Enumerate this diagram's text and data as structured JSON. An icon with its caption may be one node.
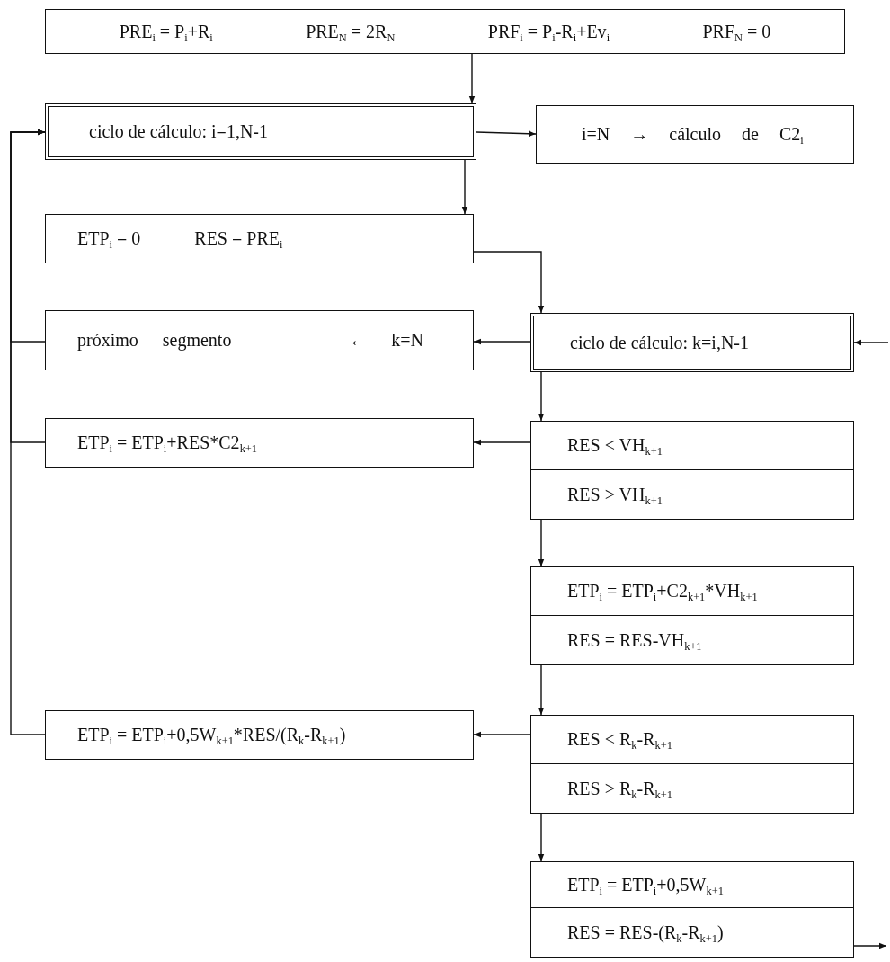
{
  "diagram": {
    "nodes": [
      {
        "text": [
          "PRE$_{i}$ = P$_{i}$+R$_{i}$",
          "PRE$_{N}$ = 2R$_{N}$",
          "PRF$_{i}$ = P$_{i}$-R$_{i}$+Ev$_{i}$",
          "PRF$_{N}$ = 0"
        ]
      },
      {
        "text": [
          "ciclo de cálculo: i=1,N-1"
        ]
      },
      {
        "text": [
          "i=N → cálculo de C2$_{i}$"
        ]
      },
      {
        "text": [
          "ETP$_{i}$ = 0",
          "RES = PRE$_{i}$"
        ]
      },
      {
        "text": [
          "próximo segmento",
          "← k=N"
        ]
      },
      {
        "text": [
          "ciclo de cálculo: k=i,N-1"
        ]
      },
      {
        "text": [
          "ETP$_{i}$ = ETP$_{i}$+RES*C2$_{k+1}$"
        ]
      },
      {
        "text": [
          "RES < VH$_{k+1}$"
        ]
      },
      {
        "text": [
          "RES > VH$_{k+1}$"
        ]
      },
      {
        "text": [
          "ETP$_{i}$ = ETP$_{i}$+C2$_{k+1}$*VH$_{k+1}$"
        ]
      },
      {
        "text": [
          "RES = RES-VH$_{k+1}$"
        ]
      },
      {
        "text": [
          "ETP$_{i}$ = ETP$_{i}$+0,5W$_{k+1}$*RES/(R$_{k}$-R$_{k+1}$)"
        ]
      },
      {
        "text": [
          "RES < R$_{k}$-R$_{k+1}$"
        ]
      },
      {
        "text": [
          "RES > R$_{k}$-R$_{k+1}$"
        ]
      },
      {
        "text": [
          "ETP$_{i}$ = ETP$_{i}$+0,5W$_{k+1}$"
        ]
      },
      {
        "text": [
          "RES = RES-(R$_{k}$-R$_{k+1}$)"
        ]
      }
    ],
    "edges": [
      {
        "from": 0,
        "to": 1,
        "arrow": "to"
      },
      {
        "from": 1,
        "to": 2,
        "arrow": "to"
      },
      {
        "from": 1,
        "to": 3,
        "arrow": "to"
      },
      {
        "from": 3,
        "to": 5,
        "arrow": "to"
      },
      {
        "from": 5,
        "to": 4,
        "arrow": "to"
      },
      {
        "from": 4,
        "to": 1,
        "arrow": "to"
      },
      {
        "from": 6,
        "to": 1,
        "arrow": "to"
      },
      {
        "from": 11,
        "to": 1,
        "arrow": "to"
      },
      {
        "from": 5,
        "to": 7,
        "arrow": "to"
      },
      {
        "from": 7,
        "to": 6,
        "arrow": "to"
      },
      {
        "from": 8,
        "to": 9,
        "arrow": "to"
      },
      {
        "from": 10,
        "to": 12,
        "arrow": "to"
      },
      {
        "from": 12,
        "to": 11,
        "arrow": "to"
      },
      {
        "from": 13,
        "to": 14,
        "arrow": "to"
      },
      {
        "from": 15,
        "to": null,
        "arrow": "to"
      },
      {
        "from": null,
        "to": 5,
        "arrow": "to"
      }
    ]
  }
}
